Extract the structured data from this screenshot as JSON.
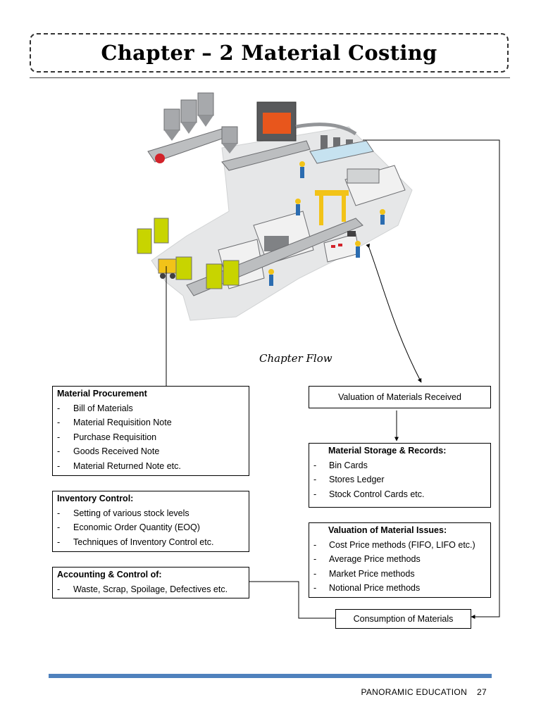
{
  "header": {
    "title": "Chapter – 2 Material Costing"
  },
  "flow_title": "Chapter Flow",
  "left_column": {
    "procurement": {
      "heading": "Material Procurement",
      "items": [
        "Bill of Materials",
        "Material Requisition Note",
        "Purchase Requisition",
        "Goods Received Note",
        "Material Returned Note etc."
      ]
    },
    "inventory": {
      "heading": "Inventory Control:",
      "items": [
        "Setting of various stock levels",
        "Economic Order Quantity (EOQ)",
        "Techniques of Inventory Control etc."
      ]
    },
    "accounting": {
      "heading": "Accounting & Control of:",
      "items": [
        "Waste, Scrap, Spoilage, Defectives etc."
      ]
    }
  },
  "right_column": {
    "valuation_received": "Valuation of Materials Received",
    "storage": {
      "heading": "Material Storage & Records:",
      "items": [
        "Bin Cards",
        "Stores Ledger",
        "Stock Control Cards etc."
      ]
    },
    "valuation_issues": {
      "heading": "Valuation of Material Issues:",
      "items": [
        "Cost Price methods (FIFO, LIFO etc.)",
        "Average Price methods",
        "Market Price methods",
        "Notional Price methods"
      ]
    },
    "consumption": "Consumption of Materials"
  },
  "footer": {
    "publisher": "PANORAMIC EDUCATION",
    "page_number": "27"
  },
  "colors": {
    "footer_bar": "#4f81bd",
    "floor": "#e6e7e8",
    "machine": "#f1f1f1",
    "crate": "#c8d400",
    "hopper": "#a7a9ac",
    "furnace": "#e8561c"
  },
  "illustration": {
    "name": "factory-production-line-illustration"
  }
}
